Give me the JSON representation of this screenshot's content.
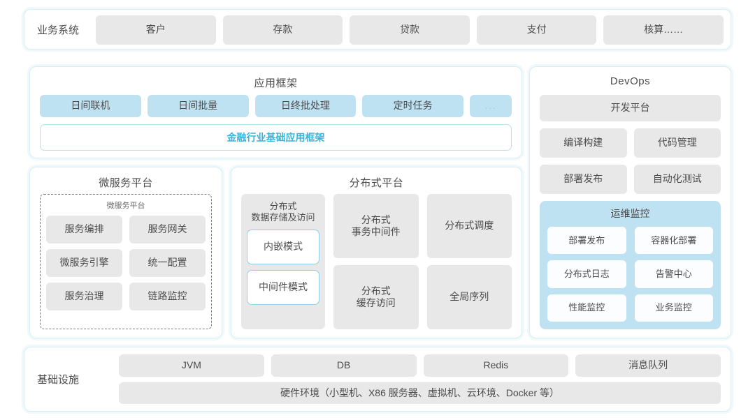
{
  "business_system": {
    "label": "业务系统",
    "items": [
      "客户",
      "存款",
      "贷款",
      "支付",
      "核算……"
    ]
  },
  "app_framework": {
    "title": "应用框架",
    "chips": [
      "日间联机",
      "日间批量",
      "日终批处理",
      "定时任务"
    ],
    "ellipsis": "...",
    "band": "金融行业基础应用框架",
    "band_color": "#37b6dc"
  },
  "microservice_platform": {
    "title": "微服务平台",
    "subtitle": "微服务平台",
    "items": [
      "服务编排",
      "服务网关",
      "微服务引擎",
      "统一配置",
      "服务治理",
      "链路监控"
    ]
  },
  "distributed_platform": {
    "title": "分布式平台",
    "storage": {
      "title": "分布式\n数据存储及访问",
      "title_line1": "分布式",
      "title_line2": "数据存储及访问",
      "modes": [
        "内嵌模式",
        "中间件模式"
      ]
    },
    "column_2": [
      "分布式\n事务中间件",
      "分布式\n缓存访问"
    ],
    "column_2_lines": [
      [
        "分布式",
        "事务中间件"
      ],
      [
        "分布式",
        "缓存访问"
      ]
    ],
    "column_3": [
      "分布式调度",
      "全局序列"
    ]
  },
  "devops": {
    "title": "DevOps",
    "platform": "开发平台",
    "pairs": [
      [
        "编译构建",
        "代码管理"
      ],
      [
        "部署发布",
        "自动化测试"
      ]
    ],
    "ops_monitor": {
      "title": "运维监控",
      "items": [
        "部署发布",
        "容器化部署",
        "分布式日志",
        "告警中心",
        "性能监控",
        "业务监控"
      ],
      "background": "#bfe2f3"
    }
  },
  "infrastructure": {
    "label": "基础设施",
    "items": [
      "JVM",
      "DB",
      "Redis",
      "消息队列"
    ],
    "hardware": "硬件环境（小型机、X86 服务器、虚拟机、云环境、Docker 等）"
  },
  "theme": {
    "panel_border": "#d8eef3",
    "chip_gray": "#e8e8e8",
    "chip_blue": "#bfe2f3",
    "text": "#4b4b4b"
  }
}
